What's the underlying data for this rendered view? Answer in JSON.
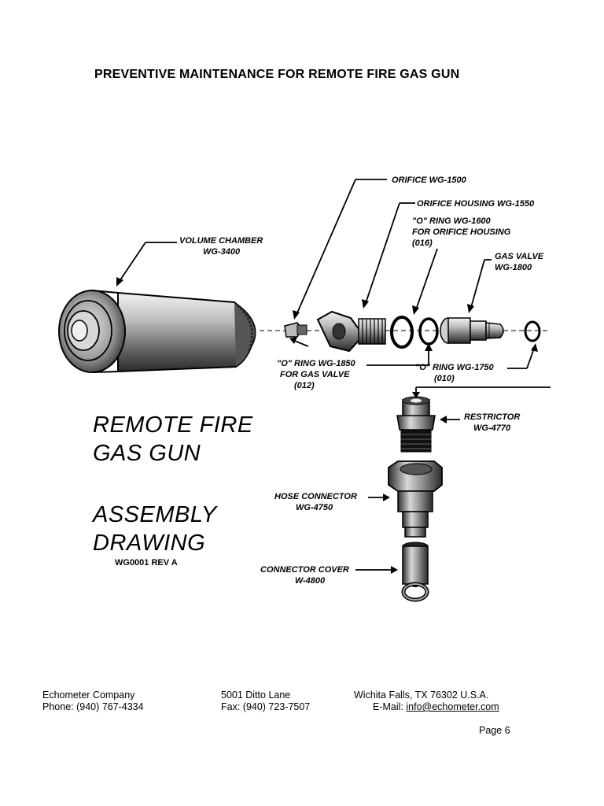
{
  "title": "PREVENTIVE MAINTENANCE FOR REMOTE FIRE GAS GUN",
  "labels": {
    "orifice": "ORIFICE   WG-1500",
    "orifice_housing": "ORIFICE HOUSING  WG-1550",
    "oring_1600_a": "\"O\" RING WG-1600",
    "oring_1600_b": "FOR ORIFICE HOUSING",
    "oring_1600_c": "(016)",
    "volume_chamber_a": "VOLUME   CHAMBER",
    "volume_chamber_b": "WG-3400",
    "gas_valve_a": "GAS  VALVE",
    "gas_valve_b": "WG-1800",
    "oring_1850_a": "\"O\" RING WG-1850",
    "oring_1850_b": "FOR GAS VALVE",
    "oring_1850_c": "(012)",
    "oring_1750_a": "\"O\" RING WG-1750",
    "oring_1750_b": "(010)",
    "restrictor_a": "RESTRICTOR",
    "restrictor_b": "WG-4770",
    "hose_connector_a": "HOSE CONNECTOR",
    "hose_connector_b": "WG-4750",
    "connector_cover_a": "CONNECTOR COVER",
    "connector_cover_b": "W-4800"
  },
  "heading": {
    "line1": "REMOTE FIRE",
    "line2": "GAS GUN",
    "line3": "ASSEMBLY",
    "line4": "DRAWING",
    "rev": "WG0001 REV A"
  },
  "footer": {
    "company": "Echometer Company",
    "phone": "Phone:  (940) 767-4334",
    "address": "5001 Ditto Lane",
    "fax": "Fax:  (940) 723-7507",
    "city": "Wichita Falls, TX  76302     U.S.A.",
    "email_label": "E-Mail:  ",
    "email": "info@echometer.com",
    "page": "Page 6"
  }
}
